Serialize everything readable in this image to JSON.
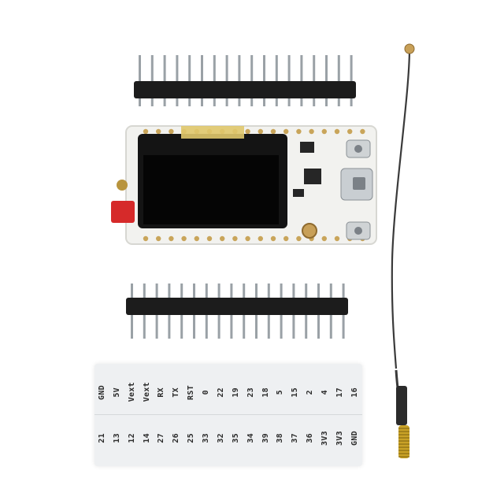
{
  "colors": {
    "background": "#ffffff",
    "board": "#f2f2ef",
    "oled": "#141414",
    "header_pins": "#1c1c1c",
    "pin_metal": "#9aa1a6",
    "red_connector": "#d62a2a",
    "antenna_cable": "#3a3a3a",
    "antenna_spring": "#c9a227"
  },
  "objects": [
    "header-pin-strip",
    "dev-board",
    "oled-display",
    "header-pin-strip",
    "pin-label-sticker",
    "antenna-with-ipex-cable"
  ],
  "label_sticker": {
    "top_row": [
      "GND",
      "5V",
      "Vext",
      "Vext",
      "RX",
      "TX",
      "RST",
      "0",
      "22",
      "19",
      "23",
      "18",
      "5",
      "15",
      "2",
      "4",
      "17",
      "16"
    ],
    "bottom_row": [
      "21",
      "13",
      "12",
      "14",
      "27",
      "26",
      "25",
      "33",
      "32",
      "35",
      "34",
      "39",
      "38",
      "37",
      "36",
      "3V3",
      "3V3",
      "GND"
    ]
  }
}
